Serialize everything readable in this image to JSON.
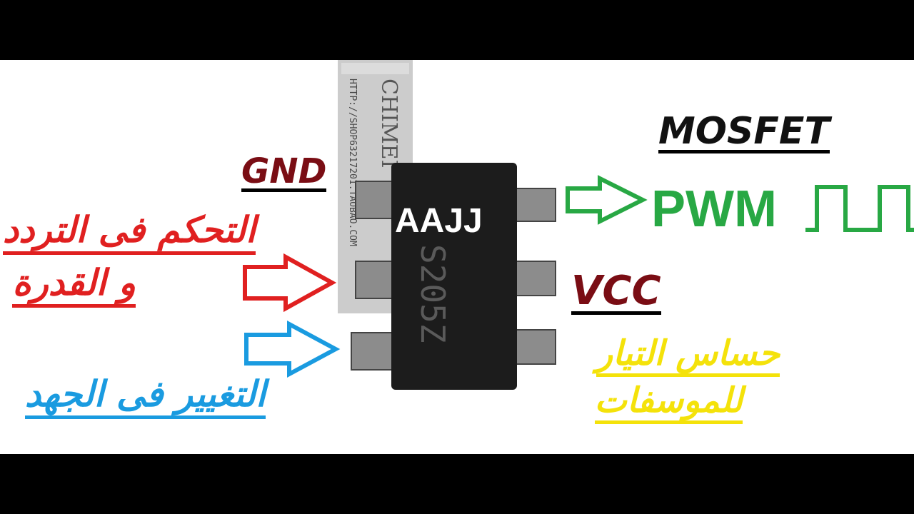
{
  "labels": {
    "gnd": "GND",
    "mosfet": "MOSFET",
    "pwm": "PWM",
    "vcc": "VCC",
    "chip_marking": "AAJJ",
    "frequency_control_line1": "التحكم فى التردد",
    "frequency_control_line2": "و القدرة",
    "voltage_change": "التغيير فى الجهد",
    "current_sense_line1": "حساس التيار",
    "current_sense_line2": "للموسفات"
  },
  "watermark": {
    "brand": "CHIMEI",
    "url": "HTTP://SHOP63217201.TAOBAO.COM"
  },
  "colors": {
    "background": "#ffffff",
    "letterbox": "#000000",
    "gnd_vcc": "#7a0d14",
    "pwm_arrow": "#28a844",
    "red_arrow": "#e02020",
    "blue_arrow": "#1a9be0",
    "yellow_text": "#f4e20a",
    "chip_body": "#1c1c1c"
  }
}
